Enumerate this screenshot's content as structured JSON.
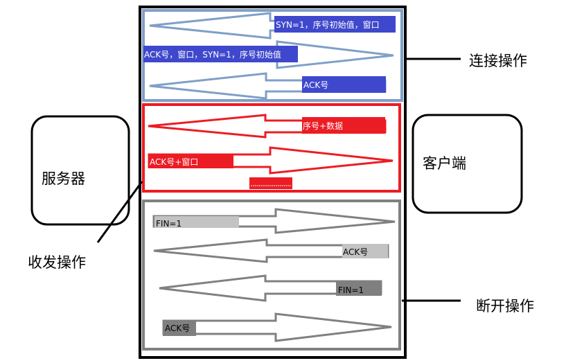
{
  "labels": {
    "server": "服务器",
    "client": "客户端",
    "connect": "连接操作",
    "transfer": "收发操作",
    "disconnect": "断开操作"
  },
  "connect_section": {
    "arrows": [
      {
        "direction": "left",
        "label": "SYN=1，序号初始值，窗口"
      },
      {
        "direction": "right",
        "label": "ACK号，窗口，SYN=1，序号初始值"
      },
      {
        "direction": "left",
        "label": "ACK号"
      }
    ]
  },
  "transfer_section": {
    "arrows": [
      {
        "direction": "left",
        "label": "序号+数据"
      },
      {
        "direction": "right",
        "label": "ACK号+窗口"
      }
    ]
  },
  "disconnect_section": {
    "arrows": [
      {
        "direction": "right",
        "label": "FIN=1"
      },
      {
        "direction": "left",
        "label": "ACK号"
      },
      {
        "direction": "left",
        "label": "FIN=1"
      },
      {
        "direction": "right",
        "label": "ACK号"
      }
    ]
  },
  "colors": {
    "connect_border": "#7f9fc7",
    "connect_label_bg": "#3f48cc",
    "transfer_border": "#ec1c24",
    "disconnect_border": "#808080",
    "disconnect_label_light": "#c3c3c3",
    "disconnect_label_dark": "#7f7f7f"
  }
}
